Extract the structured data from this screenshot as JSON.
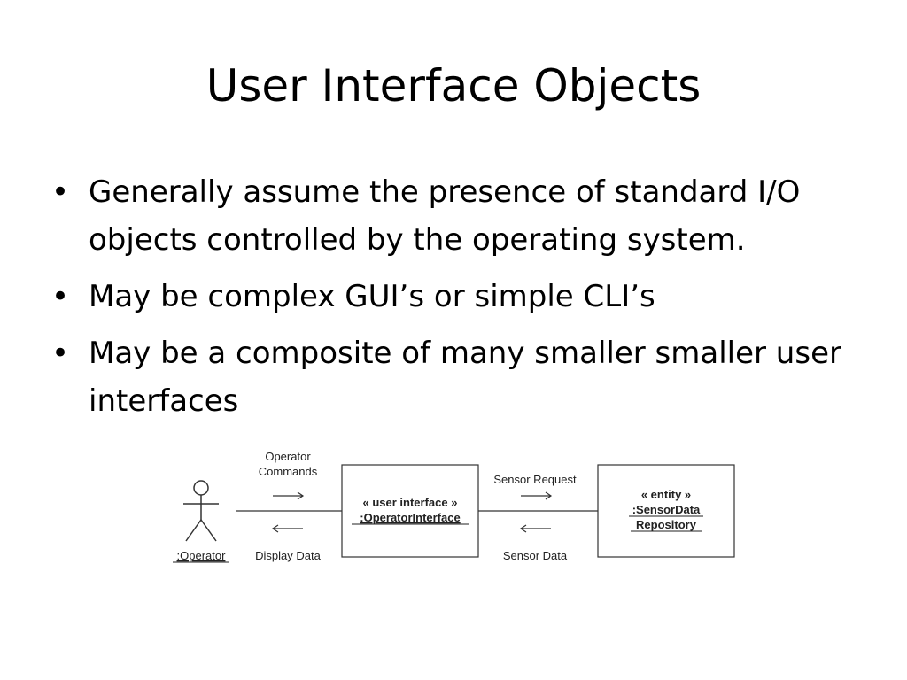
{
  "slide": {
    "title": "User Interface Objects",
    "bullets": [
      "Generally assume the presence of standard I/O objects controlled by the operating system.",
      "May be complex GUI’s or simple CLI’s",
      "May be a composite of many smaller smaller user interfaces"
    ],
    "bullet_symbol": "•"
  },
  "diagram": {
    "actor_label": ":Operator",
    "left_top_label_1": "Operator",
    "left_top_label_2": "Commands",
    "left_bottom_label": "Display Data",
    "box1_line1": "« user interface »",
    "box1_line2": ":OperatorInterface",
    "right_top_label": "Sensor Request",
    "right_bottom_label": "Sensor Data",
    "box2_line1": "« entity »",
    "box2_line2": ":SensorData",
    "box2_line3": "Repository"
  }
}
